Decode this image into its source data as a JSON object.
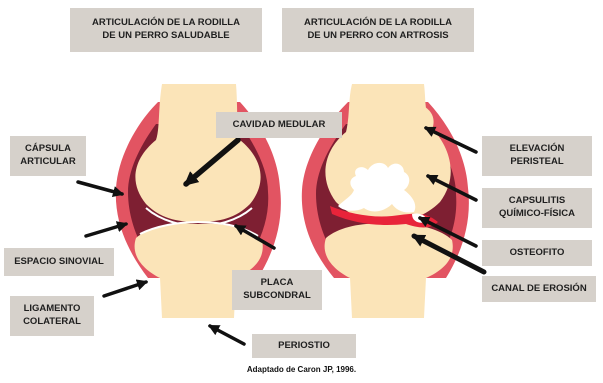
{
  "titles": {
    "healthy": [
      "ARTICULACIÓN DE LA RODILLA",
      "DE UN PERRO  SALUDABLE"
    ],
    "arthritic": [
      "ARTICULACIÓN DE LA RODILLA",
      "DE UN PERRO CON ARTROSIS"
    ]
  },
  "labels": {
    "capsula_articular": [
      "CÁPSULA",
      "ARTICULAR"
    ],
    "cavidad_medular": "CAVIDAD MEDULAR",
    "espacio_sinovial": "ESPACIO SINOVIAL",
    "ligamento_colateral": [
      "LIGAMENTO",
      "COLATERAL"
    ],
    "placa_subcondral": [
      "PLACA",
      "SUBCONDRAL"
    ],
    "periostio": "PERIOSTIO",
    "elevacion_peristeal": [
      "ELEVACIÓN",
      "PERISTEAL"
    ],
    "capsulitis": [
      "CAPSULITIS",
      "QUÍMICO-FÍSICA"
    ],
    "osteofito": "OSTEOFITO",
    "canal_erosion": "CANAL DE EROSIÓN"
  },
  "source": "Adaptado de Caron JP, 1996.",
  "colors": {
    "bone": "#fbe4b8",
    "capsule": "#e25462",
    "synovial": "#7e1f32",
    "label_bg": "#d6d1cb",
    "arrow": "#111111",
    "lesion_white": "#ffffff",
    "lesion_red": "#e8243a"
  }
}
